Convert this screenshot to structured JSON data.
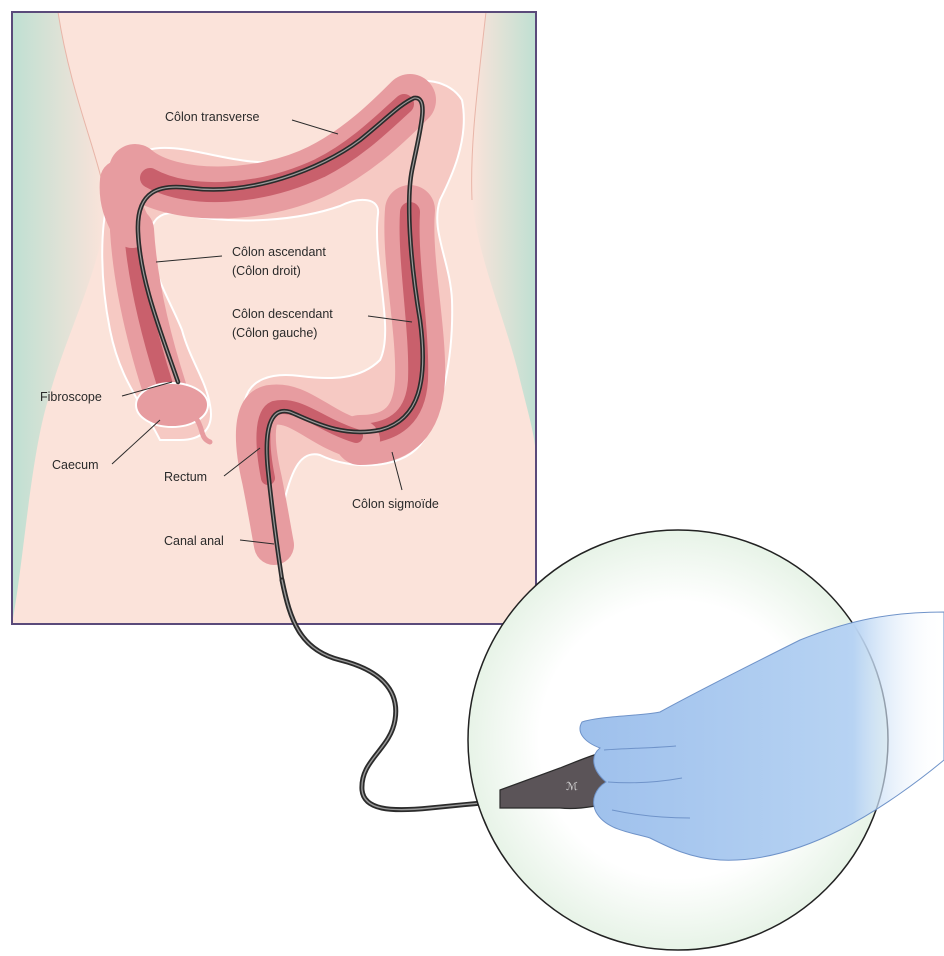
{
  "labels": {
    "colon_transverse": "Côlon transverse",
    "colon_ascendant_1": "Côlon ascendant",
    "colon_ascendant_2": "(Côlon droit)",
    "colon_descendant_1": "Côlon descendant",
    "colon_descendant_2": "(Côlon gauche)",
    "fibroscope": "Fibroscope",
    "caecum": "Caecum",
    "rectum": "Rectum",
    "colon_sigmoide": "Côlon sigmoïde",
    "canal_anal": "Canal anal"
  },
  "colors": {
    "panel_border": "#5a4a7a",
    "skin": "#fbe3da",
    "side_green": "#cfe6dc",
    "colon_outer": "#f6c9c3",
    "colon_wall": "#e79ca0",
    "colon_lumen": "#c9606c",
    "glove": "#a9c8ee",
    "scope": "#2b2b2b"
  }
}
